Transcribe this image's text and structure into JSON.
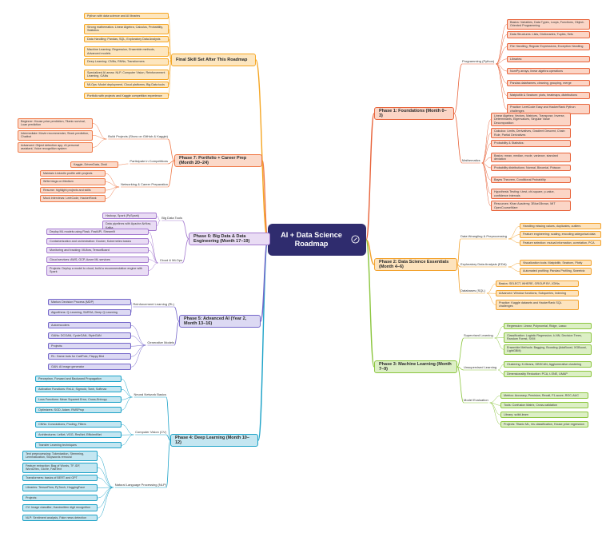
{
  "center": {
    "title": "AI + Data Science Roadmap",
    "color": "#2f2c6e",
    "icon": "edit-icon"
  },
  "phases": [
    {
      "id": "p1",
      "title": "Phase 1: Foundations (Month 0–3)",
      "color": "#e8643b",
      "bg": "#fbd5c6",
      "side": "right",
      "groups": [
        {
          "label": "Programming (Python)",
          "items": [
            "Basics: Variables, Data Types, Loops, Functions, Object-Oriented Programming",
            "Data Structures: Lists, Dictionaries, Tuples, Sets",
            "File Handling, Regular Expressions, Exception Handling",
            "Libraries:",
            "NumPy arrays, linear algebra operations",
            "Pandas dataframes, cleaning, grouping, merge",
            "Matplotlib & Seaborn: plots, heatmaps, distributions",
            "Practice: LeetCode Easy and HackerRank Python challenges"
          ]
        },
        {
          "label": "Mathematics",
          "items": [
            "Linear Algebra: Vectors, Matrices, Transpose, Inverse, Determinants, Eigenvalues, Singular Value Decomposition",
            "Calculus: Limits, Derivatives, Gradient Descent, Chain Rule, Partial Derivatives",
            "Probability & Statistics:",
            "Basics: mean, median, mode, variance, standard deviation",
            "Probability distributions: Normal, Binomial, Poisson",
            "Bayes Theorem, Conditional Probability",
            "Hypothesis Testing: t-test, chi-square, p-value, confidence intervals",
            "Resources: Khan Academy, 3Blue1Brown, MIT OpenCourseWare"
          ]
        }
      ]
    },
    {
      "id": "p2",
      "title": "Phase 2: Data Science Essentials (Month 4–6)",
      "color": "#f3a32e",
      "bg": "#fde3bd",
      "side": "right",
      "groups": [
        {
          "label": "Data Wrangling & Preprocessing",
          "items": [
            "Handling missing values, duplicates, outliers",
            "Feature engineering: scaling, encoding categorical data",
            "Feature selection: mutual information, correlation, PCA"
          ]
        },
        {
          "label": "Exploratory Data Analysis (EDA)",
          "items": [
            "Visualization tools: Matplotlib, Seaborn, Plotly",
            "Automated profiling: Pandas Profiling, Sweetviz"
          ]
        },
        {
          "label": "Databases (SQL)",
          "items": [
            "Basics: SELECT, WHERE, GROUP BY, JOINs",
            "Advanced: Window functions, Subqueries, Indexing",
            "Practice: Kaggle datasets and HackerRank SQL challenges"
          ]
        }
      ]
    },
    {
      "id": "p3",
      "title": "Phase 3: Machine Learning (Month 7–9)",
      "color": "#8cc63f",
      "bg": "#dcefc5",
      "side": "right",
      "groups": [
        {
          "label": "Supervised Learning",
          "items": [
            "Regression: Linear, Polynomial, Ridge, Lasso",
            "Classification: Logistic Regression, k-NN, Decision Trees, Random Forest, SVM",
            "Ensemble Methods: Bagging, Boosting (AdaBoost, XGBoost, LightGBM)"
          ]
        },
        {
          "label": "Unsupervised Learning",
          "items": [
            "Clustering: K-Means, DBSCAN, Agglomerative clustering",
            "Dimensionality Reduction: PCA, t-SNE, UMAP"
          ]
        },
        {
          "label": "Model Evaluation",
          "items": [
            "Metrics: Accuracy, Precision, Recall, F1-score, ROC-AUC",
            "Tools: Confusion Matrix, Cross-validation",
            "Library: scikit-learn",
            "Projects: Titanic ML, iris classification, House price regression"
          ]
        }
      ]
    },
    {
      "id": "p4",
      "title": "Phase 4: Deep Learning (Month 10–12)",
      "color": "#1ea3c8",
      "bg": "#c4e6f1",
      "side": "left",
      "groups": [
        {
          "label": "Neural Network Basics",
          "items": [
            "Perceptron, Forward and Backward Propagation",
            "Activation Functions: ReLU, Sigmoid, Tanh, Softmax",
            "Loss Functions: Mean Squared Error, Cross-Entropy",
            "Optimizers: SGD, Adam, RMSProp"
          ]
        },
        {
          "label": "Computer Vision (CV)",
          "items": [
            "CNNs: Convolutions, Pooling, Filters",
            "Architectures: LeNet, VGG, ResNet, EfficientNet",
            "Transfer Learning techniques"
          ]
        },
        {
          "label": "Natural Language Processing (NLP)",
          "items": [
            "Text preprocessing: Tokenization, Stemming, Lemmatization, Stopwords removal",
            "Feature extraction: Bag of Words, TF-IDF, Word2Vec, GloVe, FastText",
            "Transformers: basics of BERT and GPT",
            "Libraries: TensorFlow, PyTorch, HuggingFace",
            "Projects:",
            "CV: Image classifier, Handwritten digit recognition",
            "NLP: Sentiment analysis, Fake news detection"
          ]
        }
      ]
    },
    {
      "id": "p5",
      "title": "Phase 5: Advanced AI (Year 2, Month 13–16)",
      "color": "#7466c9",
      "bg": "#dcd9f3",
      "side": "left",
      "groups": [
        {
          "label": "Reinforcement Learning (RL)",
          "items": [
            "Markov Decision Process (MDP)",
            "Algorithms: Q-Learning, SARSA, Deep Q-Learning"
          ]
        },
        {
          "label": "Generative Models",
          "items": [
            "Autoencoders",
            "GANs: DCGAN, CycleGAN, StyleGAN",
            "Projects:",
            "RL: Game bots for CartPole, Flappy Bird",
            "GAN: AI image generator"
          ]
        }
      ]
    },
    {
      "id": "p6",
      "title": "Phase 6: Big Data & Data Engineering (Month 17–19)",
      "color": "#a57bd0",
      "bg": "#e9dcf4",
      "side": "left",
      "groups": [
        {
          "label": "Big Data Tools",
          "items": [
            "Hadoop, Spark (PySpark)",
            "Data pipelines with Apache Airflow, Kafka"
          ]
        },
        {
          "label": "Cloud & MLOps",
          "items": [
            "Deploy ML models using Flask, FastAPI, Streamlit",
            "Containerization and orchestration: Docker, Kubernetes basics",
            "Monitoring and tracking: MLflow, TensorBoard",
            "Cloud services: AWS, GCP, Azure ML services",
            "Projects: Deploy a model to cloud, build a recommendation engine with Spark"
          ]
        }
      ]
    },
    {
      "id": "p7",
      "title": "Phase 7: Portfolio + Career Prep (Month 20–24)",
      "color": "#ef7b4a",
      "bg": "#fbd9c9",
      "side": "left",
      "groups": [
        {
          "label": "Build Projects (Show on GitHub & Kaggle)",
          "items": [
            "Beginner: House price prediction, Titanic survival, Loan prediction",
            "Intermediate: Movie recommender, Stock prediction, Chatbot",
            "Advanced: Object detection app, AI personal assistant, Voice recognition system"
          ]
        },
        {
          "label": "Participate in Competitions",
          "items": [
            "Kaggle, DrivenData, Zindi"
          ]
        },
        {
          "label": "Networking & Career Preparation",
          "items": [
            "Maintain LinkedIn profile with projects",
            "Write blogs on Medium",
            "Resume: highlight projects and skills",
            "Mock interviews: LeetCode, HackerRank"
          ]
        }
      ]
    },
    {
      "id": "fs",
      "title": "Final Skill Set After This Roadmap",
      "color": "#f5a623",
      "bg": "#fde6bf",
      "side": "left",
      "groups": [
        {
          "label": "",
          "items": [
            "Python with data science and AI libraries",
            "Strong mathematics: Linear Algebra, Calculus, Probability, Statistics",
            "Data Handling: Pandas, SQL, Exploratory Data Analysis",
            "Machine Learning: Regression, Ensemble methods, Advanced models",
            "Deep Learning: CNNs, RNNs, Transformers",
            "Specialized AI areas: NLP, Computer Vision, Reinforcement Learning, GANs",
            "MLOps: Model deployment, Cloud platforms, Big Data tools",
            "Portfolio with projects and Kaggle competition experience"
          ]
        }
      ]
    }
  ]
}
